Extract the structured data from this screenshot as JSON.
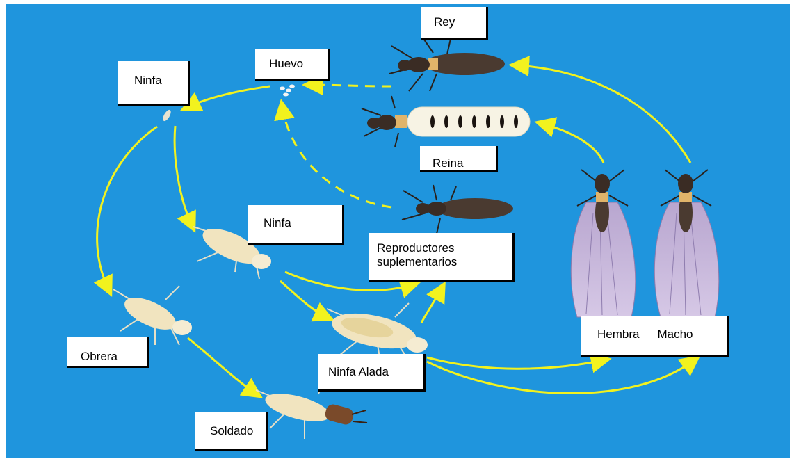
{
  "labels": {
    "rey": "Rey",
    "huevo": "Huevo",
    "ninfa_top": "Ninfa",
    "reina": "Reina",
    "ninfa_mid": "Ninfa",
    "reproductores_line1": "Reproductores",
    "reproductores_line2": "suplementarios",
    "hembra": "Hembra",
    "macho": "Macho",
    "obrera": "Obrera",
    "ninfa_alada": "Ninfa Alada",
    "soldado": "Soldado"
  },
  "colors": {
    "background": "#1f95dd",
    "arrow": "#f2f21e",
    "termite_body": "#f1e4bf",
    "king_body": "#4a3a30",
    "wing": "#c9b7dc",
    "soldier_head": "#7a4a2a"
  }
}
